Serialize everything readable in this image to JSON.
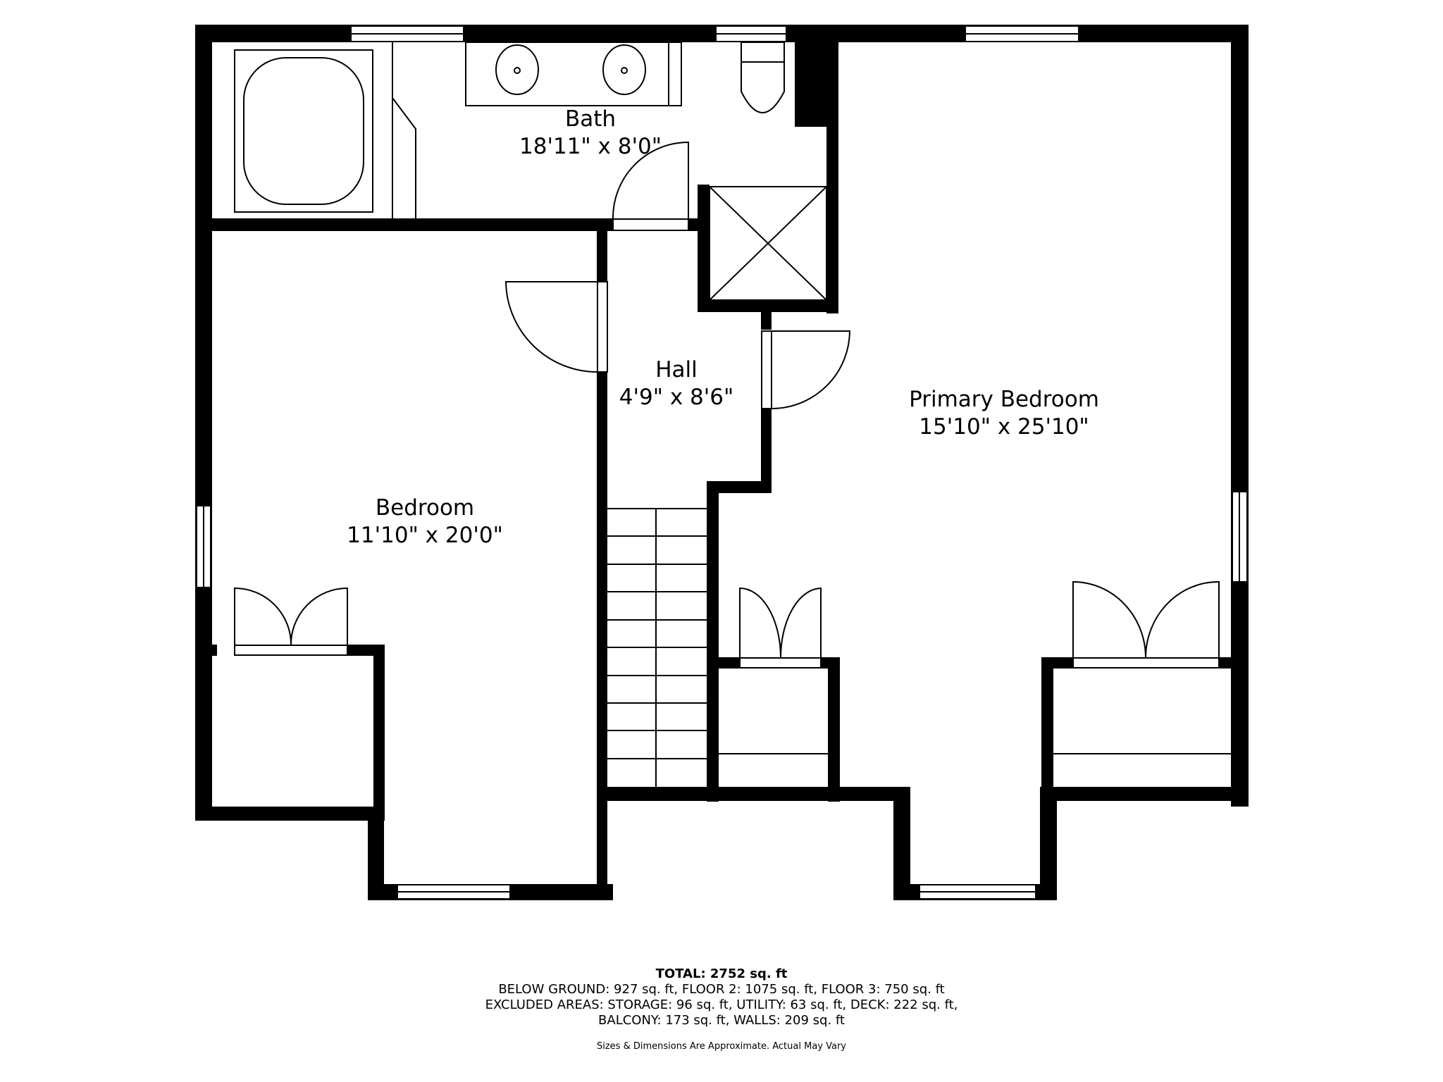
{
  "rooms": {
    "bath": {
      "name": "Bath",
      "dims": "18'11\" x 8'0\""
    },
    "hall": {
      "name": "Hall",
      "dims": "4'9\" x 8'6\""
    },
    "primary_bedroom": {
      "name": "Primary Bedroom",
      "dims": "15'10\" x 25'10\""
    },
    "bedroom": {
      "name": "Bedroom",
      "dims": "11'10\" x 20'0\""
    }
  },
  "footer": {
    "total": "TOTAL: 2752 sq. ft",
    "line1": "BELOW GROUND: 927 sq. ft, FLOOR 2: 1075 sq. ft, FLOOR 3: 750 sq. ft",
    "line2": "EXCLUDED AREAS: STORAGE: 96 sq. ft, UTILITY: 63 sq. ft, DECK: 222 sq. ft,",
    "line3": "BALCONY: 173 sq. ft, WALLS: 209 sq. ft",
    "disclaimer": "Sizes & Dimensions Are Approximate. Actual May Vary"
  },
  "colors": {
    "wall": "#000000",
    "background": "#ffffff"
  }
}
